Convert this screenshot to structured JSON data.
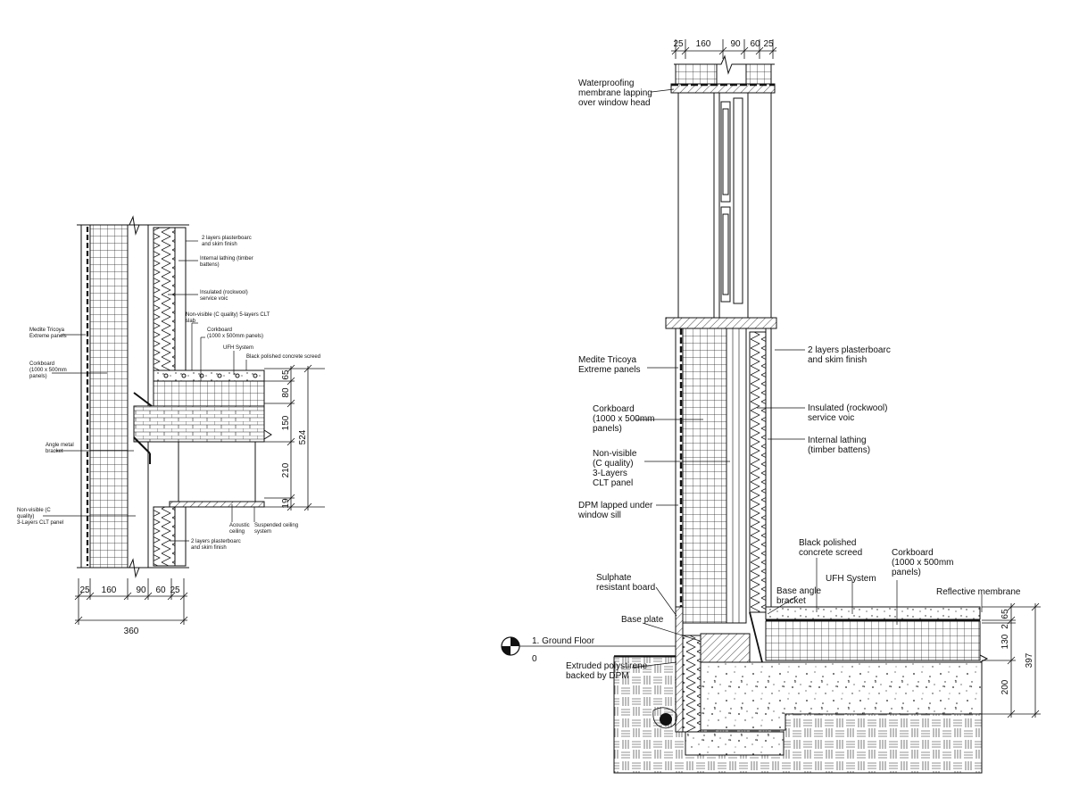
{
  "detail_left": {
    "labels": {
      "plasterboard_top": [
        "2 layers plasterboarc",
        "and skim finish"
      ],
      "lathing": [
        "Internal lathing (timber",
        "battens)"
      ],
      "insulated": [
        "Insulated (rockwool)",
        "service voic"
      ],
      "clt5": [
        "Non-visible (C quality) 5-layers CLT",
        "slab"
      ],
      "medite": [
        "Medite Tricoya",
        "Extreme panels"
      ],
      "corkboard_slab": [
        "Corkboard",
        "(1000 x 500mm panels)"
      ],
      "ufh": [
        "UFH System"
      ],
      "screed": [
        "Black polished concrete screed"
      ],
      "corkboard_wall": [
        "Corkboard",
        "(1000 x 500mm",
        "panels)"
      ],
      "angle": [
        "Angle metal",
        "bracket"
      ],
      "clt3": [
        "Non-visible (C",
        "quality)",
        "3-Layers CLT panel"
      ],
      "acoustic": [
        "Acoustic",
        "ceiling"
      ],
      "suspended": [
        "Suspended ceiling",
        "system"
      ],
      "plasterboard_bottom": [
        "2 layers plasterboarc",
        "and skim finish"
      ]
    },
    "dims_vertical": [
      "65",
      "80",
      "150",
      "210",
      "19"
    ],
    "dim_total_vertical": "524",
    "dims_horizontal": [
      "25",
      "160",
      "90",
      "60",
      "25"
    ],
    "dim_total_horizontal": "360"
  },
  "detail_right": {
    "dims_top": [
      "25",
      "160",
      "90",
      "60",
      "25"
    ],
    "labels": {
      "waterproofing": [
        "Waterproofing",
        "membrane lapping",
        "over window head"
      ],
      "medite": [
        "Medite Tricoya",
        "Extreme panels"
      ],
      "plasterboard": [
        "2 layers plasterboarc",
        "and skim finish"
      ],
      "corkboard_wall": [
        "Corkboard",
        "(1000 x 500mm",
        "panels)"
      ],
      "insulated": [
        "Insulated (rockwool)",
        "service voic"
      ],
      "lathing": [
        "Internal lathing",
        "(timber battens)"
      ],
      "clt3": [
        "Non-visible",
        "(C quality)",
        "3-Layers",
        "CLT panel"
      ],
      "dpm_sill": [
        "DPM lapped under",
        "window sill"
      ],
      "screed": [
        "Black polished",
        "concrete screed"
      ],
      "corkboard_floor": [
        "Corkboard",
        "(1000 x 500mm",
        "panels)"
      ],
      "sulphate": [
        "Sulphate",
        "resistant board"
      ],
      "angle": [
        "Base angle",
        "bracket"
      ],
      "ufh": [
        "UFH System"
      ],
      "reflective": [
        "Reflective membrane"
      ],
      "base_plate": [
        "Base plate"
      ],
      "xps": [
        "Extruded polystirene",
        "backed by DPM"
      ]
    },
    "level": {
      "name": "1. Ground Floor",
      "value": "0"
    },
    "dims_right": [
      "65",
      "2",
      "130",
      "200"
    ],
    "dim_total_right": "397"
  }
}
